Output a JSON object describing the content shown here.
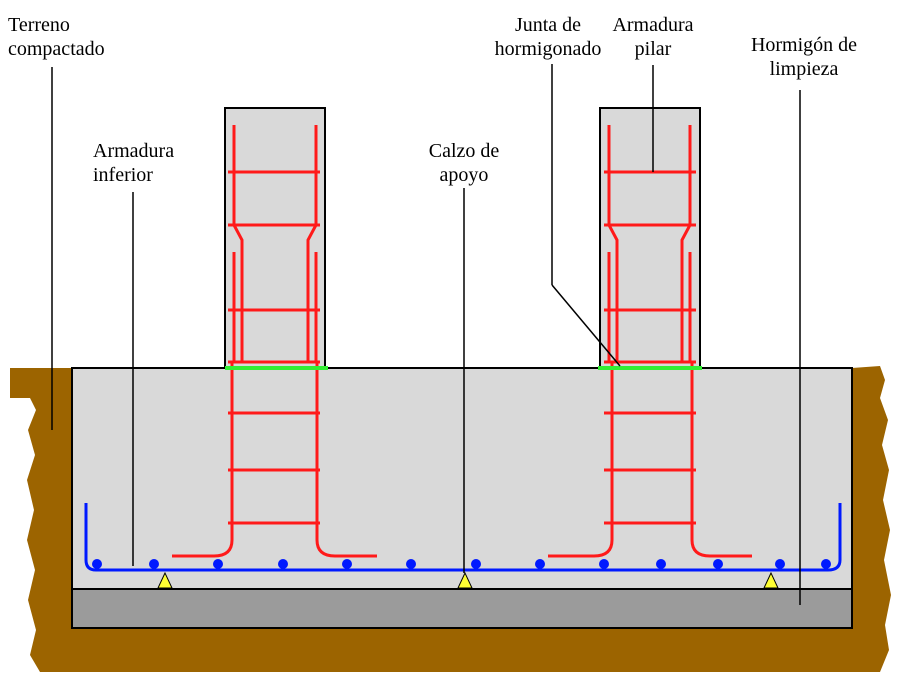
{
  "labels": {
    "terreno_compactado": [
      "Terreno",
      "compactado"
    ],
    "armadura_inferior": [
      "Armadura",
      "inferior"
    ],
    "junta_hormigonado": [
      "Junta de",
      "hormigonado"
    ],
    "calzo_apoyo": [
      "Calzo de",
      "apoyo"
    ],
    "armadura_pilar": [
      "Armadura",
      "pilar"
    ],
    "hormigon_limpieza": [
      "Hormigón de",
      "limpieza"
    ]
  },
  "colors": {
    "soil": "#9c6400",
    "concrete": "#d9d9d9",
    "lean_concrete": "#9b9b9b",
    "rebar": "#ff1a1a",
    "bottom_rebar": "#0019ff",
    "joint": "#33ee33",
    "spacer": "#ffff33",
    "leader": "#000000"
  }
}
